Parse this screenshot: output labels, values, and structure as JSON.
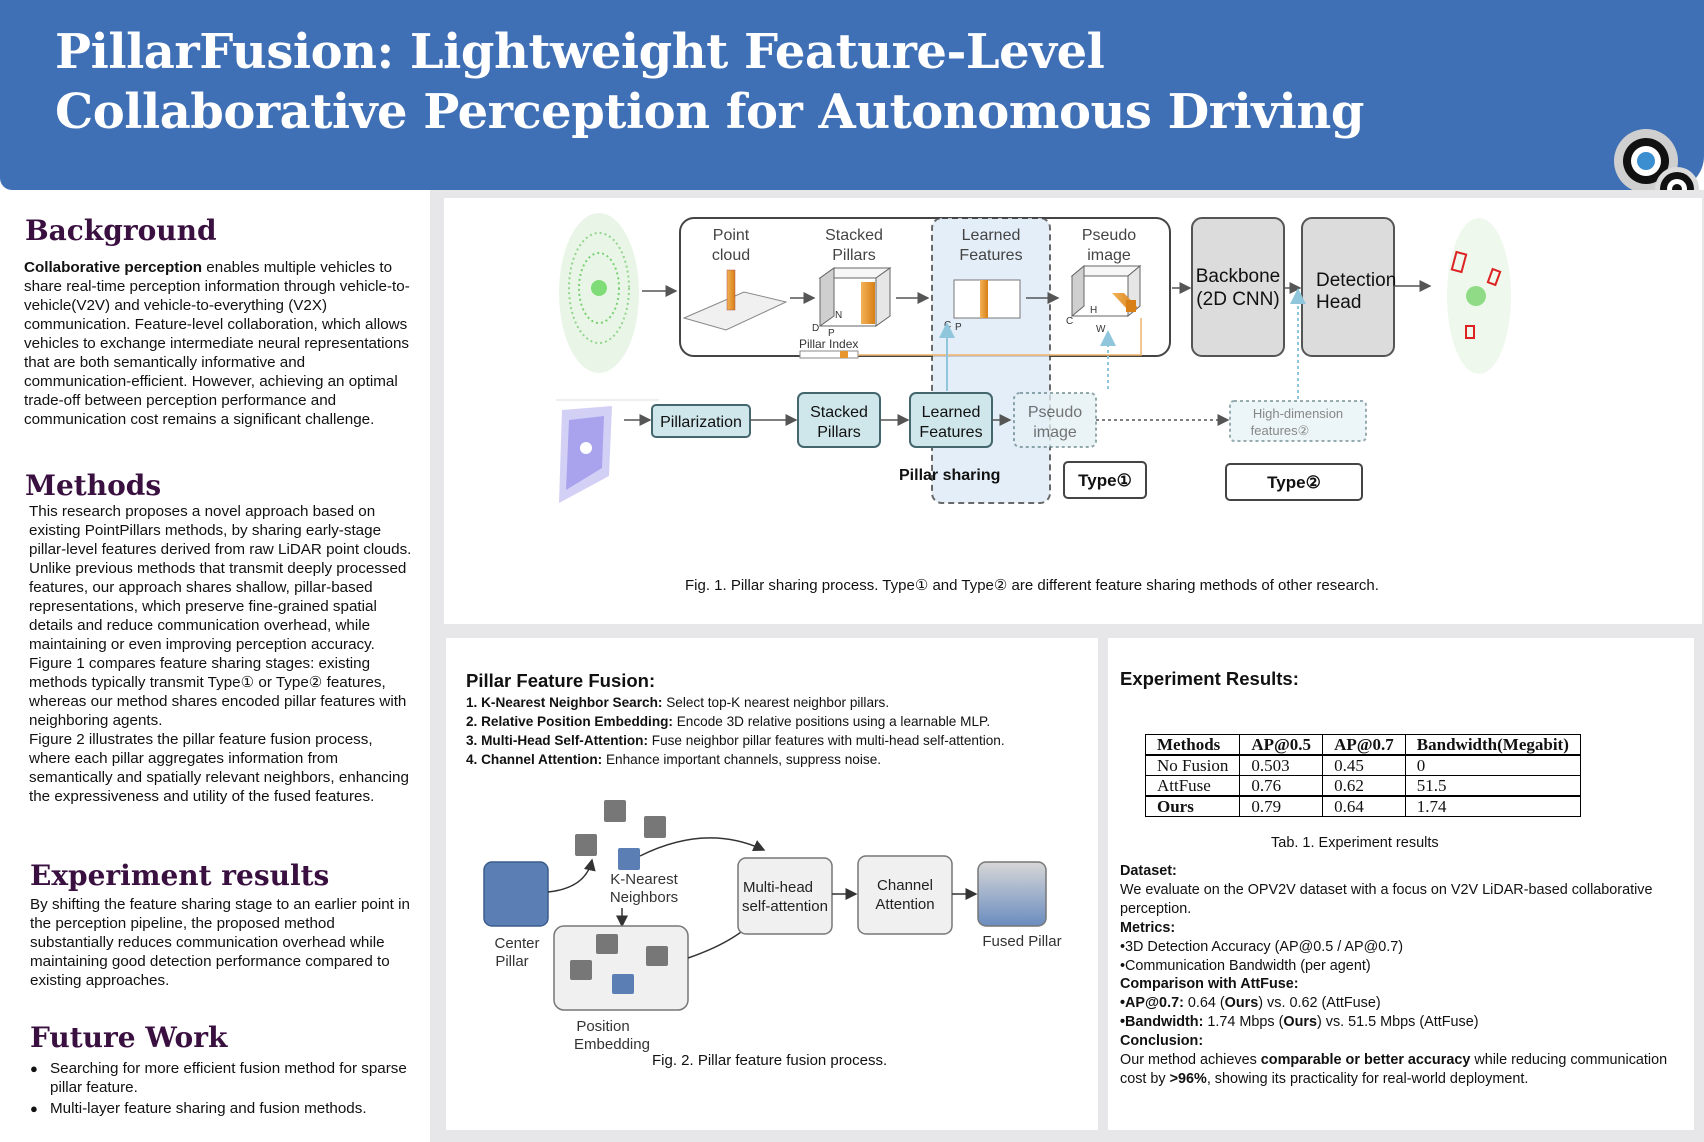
{
  "poster": {
    "title_line1": "PillarFusion: Lightweight Feature-Level",
    "title_line2": "Collaborative Perception for Autonomous Driving"
  },
  "background": {
    "heading": "Background",
    "lead": "Collaborative perception",
    "body": " enables multiple vehicles to share real-time perception information through vehicle-to-vehicle(V2V) and vehicle-to-everything (V2X) communication. Feature-level collaboration, which allows vehicles to exchange intermediate neural representations that are both semantically informative and communication-efficient. However, achieving an optimal trade-off between perception performance and communication cost remains a significant challenge."
  },
  "methods": {
    "heading": "Methods",
    "p1": "This research proposes a novel approach based on existing PointPillars methods, by sharing early-stage pillar-level features derived from raw LiDAR point clouds. Unlike previous methods that transmit deeply processed features, our approach shares shallow, pillar-based representations, which preserve fine-grained spatial details and reduce communication overhead, while maintaining or even improving perception accuracy.",
    "p2": "Figure 1 compares feature sharing stages: existing methods typically transmit Type① or Type② features, whereas our method shares encoded pillar features with neighboring agents.",
    "p3": "Figure 2 illustrates the pillar feature fusion process, where each pillar aggregates information from semantically and spatially relevant neighbors, enhancing the expressiveness and utility of the fused features."
  },
  "experiment": {
    "heading": "Experiment results",
    "body": "By shifting the feature sharing stage to an earlier point in the perception pipeline, the proposed method substantially reduces communication overhead while maintaining good detection performance compared to existing approaches."
  },
  "future": {
    "heading": "Future Work",
    "items": [
      "Searching for more efficient fusion method for sparse pillar feature.",
      "Multi-layer feature sharing and fusion methods."
    ]
  },
  "fig1": {
    "caption": "Fig. 1. Pillar sharing process. Type① and Type② are different feature sharing methods of other research.",
    "labels": {
      "point_cloud_1": "Point",
      "point_cloud_2": "cloud",
      "stacked_1": "Stacked",
      "stacked_2": "Pillars",
      "learned_1": "Learned",
      "learned_2": "Features",
      "pseudo_1": "Pseudo",
      "pseudo_2": "image",
      "pillar_index": "Pillar Index",
      "backbone_1": "Backbone",
      "backbone_2": "(2D CNN)",
      "detection_1": "Detection",
      "detection_2": "Head",
      "pillarization": "Pillarization",
      "high_dim_1": "High-dimension",
      "high_dim_2": "features②",
      "pillar_sharing": "Pillar sharing",
      "type1": "Type①",
      "type2": "Type②",
      "axis_d": "D",
      "axis_p": "P",
      "axis_n": "N",
      "axis_c": "C",
      "axis_h": "H",
      "axis_w": "W"
    }
  },
  "fig2": {
    "heading": "Pillar Feature Fusion:",
    "steps": [
      {
        "title": "1. K-Nearest Neighbor Search:",
        "text": " Select top-K nearest neighbor pillars."
      },
      {
        "title": "2. Relative Position Embedding:",
        "text": " Encode 3D relative positions using a learnable MLP."
      },
      {
        "title": "3. Multi-Head Self-Attention:",
        "text": " Fuse neighbor pillar features with multi-head self-attention."
      },
      {
        "title": "4. Channel Attention:",
        "text": " Enhance important channels, suppress noise."
      }
    ],
    "labels": {
      "center_1": "Center",
      "center_2": "Pillar",
      "knn_1": "K-Nearest",
      "knn_2": "Neighbors",
      "mhsa_1": "Multi-head",
      "mhsa_2": "self-attention",
      "channel_1": "Channel",
      "channel_2": "Attention",
      "fused": "Fused Pillar",
      "pos_1": "Position",
      "pos_2": "Embedding"
    },
    "caption": "Fig. 2. Pillar feature fusion process."
  },
  "results": {
    "heading": "Experiment Results:",
    "columns": [
      "Methods",
      "AP@0.5",
      "AP@0.7",
      "Bandwidth(Megabit)"
    ],
    "rows": [
      [
        "No Fusion",
        "0.503",
        "0.45",
        "0"
      ],
      [
        "AttFuse",
        "0.76",
        "0.62",
        "51.5"
      ],
      [
        "Ours",
        "0.79",
        "0.64",
        "1.74"
      ]
    ],
    "caption": "Tab. 1. Experiment results",
    "dataset_h": "Dataset:",
    "dataset": "We evaluate on the OPV2V dataset with a focus on V2V LiDAR-based collaborative perception.",
    "metrics_h": "Metrics:",
    "metric1": "•3D Detection Accuracy (AP@0.5 / AP@0.7)",
    "metric2": "•Communication Bandwidth (per agent)",
    "comparison_h": "Comparison with AttFuse:",
    "ap_label": "•AP@0.7:",
    "ap_v1": " 0.64 (",
    "ours": "Ours",
    "ap_v2": ") vs. 0.62 (AttFuse)",
    "bw_label": "•Bandwidth:",
    "bw_v1": " 1.74 Mbps (",
    "bw_v2": ") vs. 51.5 Mbps (AttFuse)",
    "conclusion_h": "Conclusion:",
    "concl_a": "Our method achieves ",
    "concl_b": "comparable or better accuracy",
    "concl_c": " while reducing communication cost by ",
    "concl_d": ">96%",
    "concl_e": ", showing its practicality for real-world deployment."
  },
  "colors": {
    "header_bg": "#3f6fb5",
    "heading": "#3a1040",
    "panel_bg": "#e7e7ea",
    "teal_box": "#cfe6ea",
    "orange": "#e7962e",
    "pillar_blue": "#5b7fb5"
  }
}
